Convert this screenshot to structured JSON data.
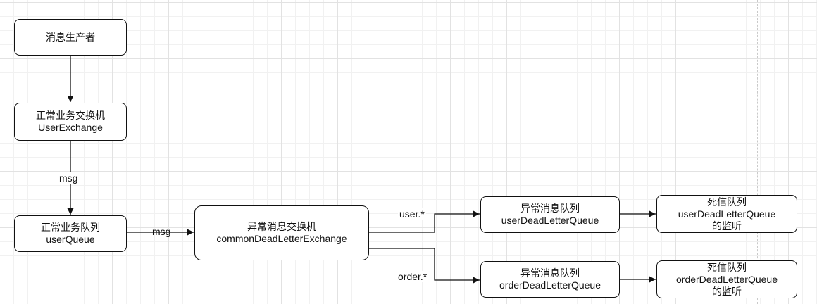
{
  "diagram": {
    "nodes": {
      "producer": {
        "lines": [
          "消息生产者"
        ]
      },
      "user_exchange": {
        "lines": [
          "正常业务交换机",
          "UserExchange"
        ]
      },
      "user_queue": {
        "lines": [
          "正常业务队列",
          "userQueue"
        ]
      },
      "dead_exchange": {
        "lines": [
          "异常消息交换机",
          "commonDeadLetterExchange"
        ]
      },
      "user_dead_queue": {
        "lines": [
          "异常消息队列",
          "userDeadLetterQueue"
        ]
      },
      "user_dead_listener": {
        "lines": [
          "死信队列",
          "userDeadLetterQueue",
          "的监听"
        ]
      },
      "order_dead_queue": {
        "lines": [
          "异常消息队列",
          "orderDeadLetterQueue"
        ]
      },
      "order_dead_listener": {
        "lines": [
          "死信队列",
          "orderDeadLetterQueue",
          "的监听"
        ]
      }
    },
    "edge_labels": {
      "exchange_to_queue": "msg",
      "queue_to_dead_exchange": "msg",
      "user_route": "user.*",
      "order_route": "order.*"
    }
  }
}
